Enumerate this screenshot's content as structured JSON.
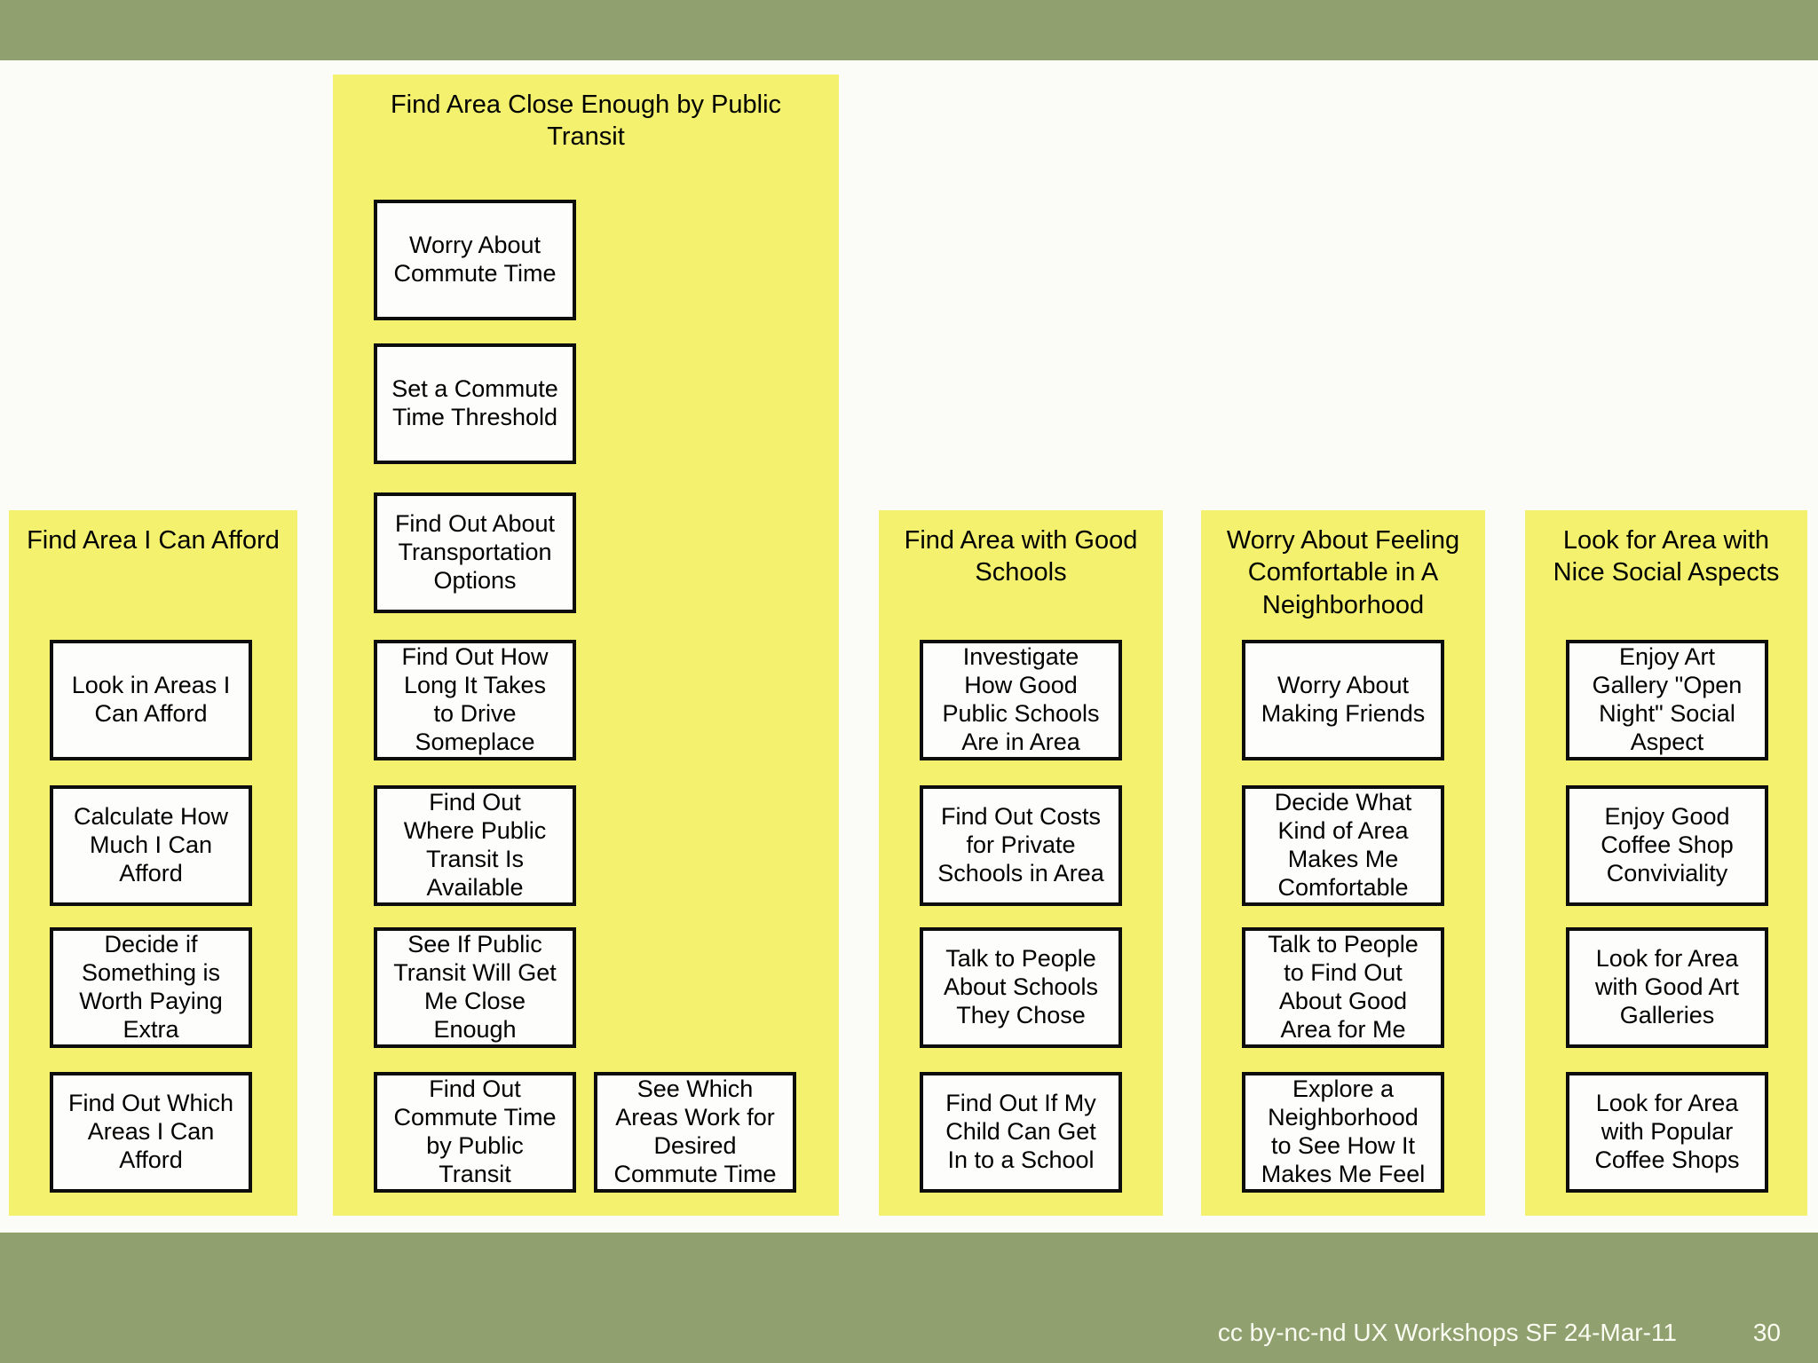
{
  "columns": [
    {
      "title": "Find Area I Can Afford",
      "boxes": [
        "Look in Areas I\nCan Afford",
        "Calculate How\nMuch I Can\nAfford",
        "Decide if\nSomething is\nWorth Paying\nExtra",
        "Find Out Which\nAreas I Can\nAfford"
      ]
    },
    {
      "title": "Find Area Close Enough by Public\nTransit",
      "boxes": [
        "Worry About\nCommute Time",
        "Set a Commute\nTime Threshold",
        "Find Out About\nTransportation\nOptions",
        "Find Out How\nLong It Takes\nto Drive\nSomeplace",
        "Find Out\nWhere Public\nTransit Is\nAvailable",
        "See If Public\nTransit Will Get\nMe Close\nEnough",
        "Find Out\nCommute Time\nby Public\nTransit"
      ],
      "side_box": "See Which\nAreas Work for\nDesired\nCommute Time"
    },
    {
      "title": "Find Area with Good\nSchools",
      "boxes": [
        "Investigate\nHow Good\nPublic Schools\nAre in Area",
        "Find Out Costs\nfor Private\nSchools in Area",
        "Talk to People\nAbout Schools\nThey Chose",
        "Find Out If My\nChild Can Get\nIn to a School"
      ]
    },
    {
      "title": "Worry About Feeling\nComfortable in A\nNeighborhood",
      "boxes": [
        "Worry About\nMaking Friends",
        "Decide What\nKind of Area\nMakes Me\nComfortable",
        "Talk to People\nto Find Out\nAbout Good\nArea for Me",
        "Explore a\nNeighborhood\nto See How It\nMakes Me Feel"
      ]
    },
    {
      "title": "Look for Area with\nNice Social Aspects",
      "boxes": [
        "Enjoy Art\nGallery \"Open\nNight\" Social\nAspect",
        "Enjoy Good\nCoffee Shop\nConviviality",
        "Look for Area\nwith Good Art\nGalleries",
        "Look for Area\nwith Popular\nCoffee Shops"
      ]
    }
  ],
  "footer": {
    "credit": "cc by-nc-nd UX Workshops SF 24-Mar-11",
    "page_number": "30"
  },
  "colors": {
    "band": "#90a06f",
    "column_bg": "#f3f16d",
    "note_bg": "#fdfdfb",
    "note_border": "#0d0d0d",
    "footer_text": "#fbfdf3"
  }
}
